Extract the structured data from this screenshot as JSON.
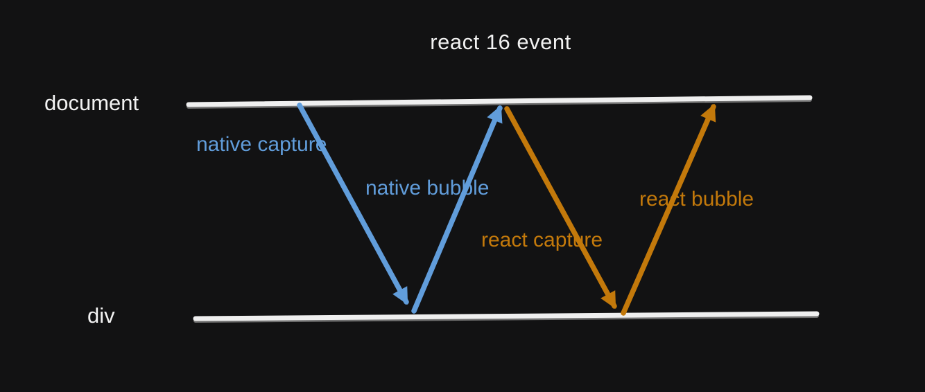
{
  "diagram": {
    "title": "react 16 event",
    "lanes": [
      {
        "label": "document"
      },
      {
        "label": "div"
      }
    ],
    "arrows": [
      {
        "label": "native capture",
        "direction": "down",
        "from": "document",
        "to": "div"
      },
      {
        "label": "native bubble",
        "direction": "up",
        "from": "div",
        "to": "document"
      },
      {
        "label": "react capture",
        "direction": "down",
        "from": "document",
        "to": "div"
      },
      {
        "label": "react bubble",
        "direction": "up",
        "from": "div",
        "to": "document"
      }
    ]
  },
  "colors": {
    "background": "#121213",
    "lane_line": "#efefef",
    "lane_line_shadow": "#6f6f6f",
    "text": "#f2f2f2",
    "native_blue": "#619ddb",
    "react_orange": "#c3790b"
  }
}
